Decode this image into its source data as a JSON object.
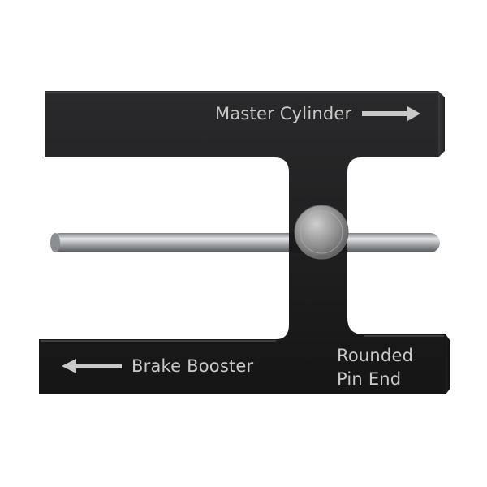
{
  "labels": {
    "master_cylinder": "Master Cylinder",
    "brake_booster": "Brake Booster",
    "rounded_line1": "Rounded",
    "rounded_line2": "Pin End"
  },
  "icons": {
    "right_arrow": "arrow-right-icon",
    "left_arrow": "arrow-left-icon"
  },
  "colors": {
    "tool_body": "#1c1c1e",
    "engraving": "#c9c9c9",
    "pin": "#b8bcc0",
    "background": "#ffffff"
  }
}
